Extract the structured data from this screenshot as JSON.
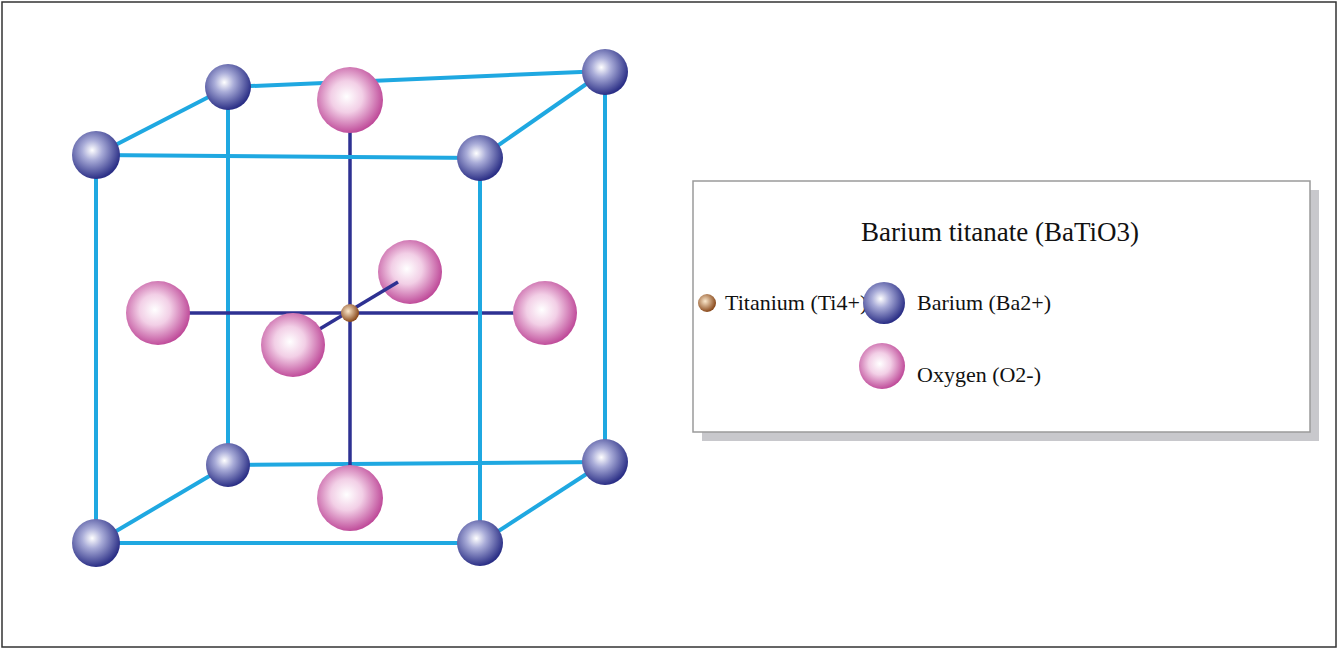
{
  "diagram": {
    "title": "Barium titanate (BaTiO3)",
    "legend": [
      {
        "text": "Titanium (Ti4+)"
      },
      {
        "text": "Barium (Ba2+)"
      },
      {
        "text": "Oxygen (O2-)"
      }
    ]
  }
}
